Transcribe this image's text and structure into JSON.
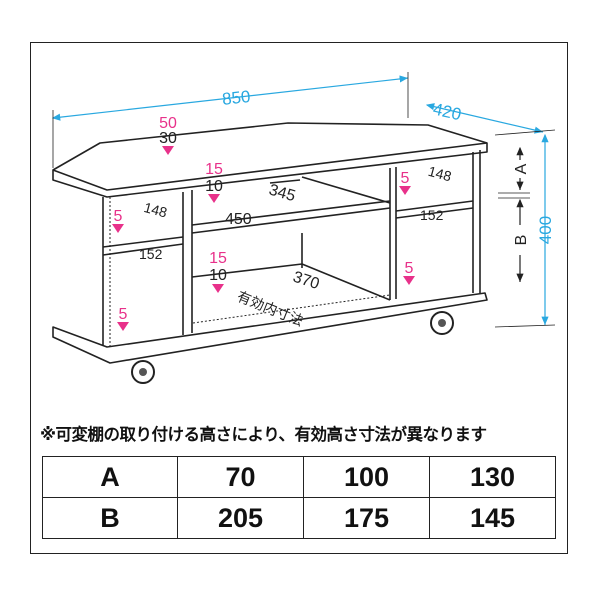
{
  "diagram": {
    "width_label": "850",
    "depth_label": "420",
    "height_label": "400",
    "label_a": "A",
    "label_b": "B",
    "top_pink": "50",
    "top_black": "30",
    "upper_center_pink": "15",
    "upper_center_black": "10",
    "upper_depth": "345",
    "upper_width": "450",
    "left_shelf_pink": "5",
    "left_shelf_top": "148",
    "left_shelf_bottom": "152",
    "right_shelf_pink": "5",
    "right_shelf_top": "148",
    "right_shelf_bottom": "152",
    "lower_center_pink": "15",
    "lower_center_black": "10",
    "lower_depth": "370",
    "effective_inner_label": "有効内寸法",
    "left_bottom_pink": "5",
    "right_bottom_pink": "5"
  },
  "note": "※可変棚の取り付ける高さにより、有効高さ寸法が異なります",
  "table": {
    "rows": [
      {
        "label": "A",
        "values": [
          "70",
          "100",
          "130"
        ]
      },
      {
        "label": "B",
        "values": [
          "205",
          "175",
          "145"
        ]
      }
    ]
  },
  "colors": {
    "dimension": "#29a8e0",
    "marker": "#e8318a"
  }
}
